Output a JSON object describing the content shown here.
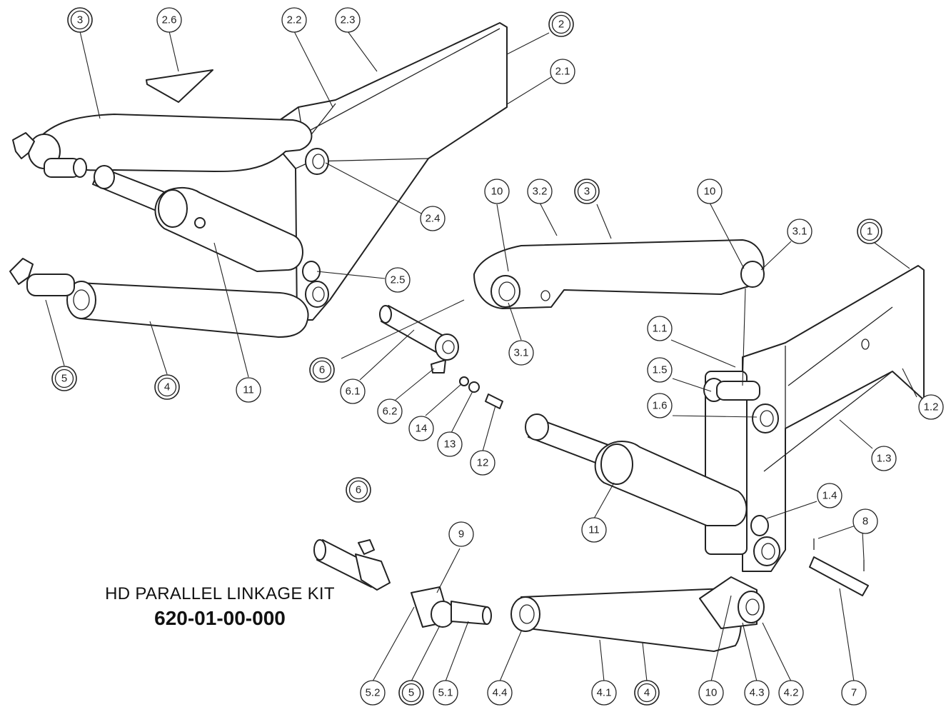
{
  "title": {
    "kit_name": "HD PARALLEL LINKAGE KIT",
    "part_number": "620-01-00-000"
  },
  "callouts": [
    {
      "label": "3",
      "double": true
    },
    {
      "label": "2.6",
      "double": false
    },
    {
      "label": "2.2",
      "double": false
    },
    {
      "label": "2.3",
      "double": false
    },
    {
      "label": "2",
      "double": true
    },
    {
      "label": "2.1",
      "double": false
    },
    {
      "label": "2.4",
      "double": false
    },
    {
      "label": "10",
      "double": false
    },
    {
      "label": "3.2",
      "double": false
    },
    {
      "label": "3",
      "double": true
    },
    {
      "label": "10",
      "double": false
    },
    {
      "label": "3.1",
      "double": false
    },
    {
      "label": "1",
      "double": true
    },
    {
      "label": "2.5",
      "double": false
    },
    {
      "label": "3.1",
      "double": false
    },
    {
      "label": "1.1",
      "double": false
    },
    {
      "label": "5",
      "double": true
    },
    {
      "label": "4",
      "double": true
    },
    {
      "label": "11",
      "double": false
    },
    {
      "label": "6",
      "double": true
    },
    {
      "label": "6.1",
      "double": false
    },
    {
      "label": "1.5",
      "double": false
    },
    {
      "label": "6.2",
      "double": false
    },
    {
      "label": "14",
      "double": false
    },
    {
      "label": "1.6",
      "double": false
    },
    {
      "label": "1.2",
      "double": false
    },
    {
      "label": "13",
      "double": false
    },
    {
      "label": "12",
      "double": false
    },
    {
      "label": "1.3",
      "double": false
    },
    {
      "label": "6",
      "double": true
    },
    {
      "label": "1.4",
      "double": false
    },
    {
      "label": "8",
      "double": false
    },
    {
      "label": "9",
      "double": false
    },
    {
      "label": "11",
      "double": false
    },
    {
      "label": "5.2",
      "double": false
    },
    {
      "label": "5",
      "double": true
    },
    {
      "label": "5.1",
      "double": false
    },
    {
      "label": "4.4",
      "double": false
    },
    {
      "label": "4.1",
      "double": false
    },
    {
      "label": "4",
      "double": true
    },
    {
      "label": "10",
      "double": false
    },
    {
      "label": "4.3",
      "double": false
    },
    {
      "label": "4.2",
      "double": false
    },
    {
      "label": "7",
      "double": false
    }
  ]
}
